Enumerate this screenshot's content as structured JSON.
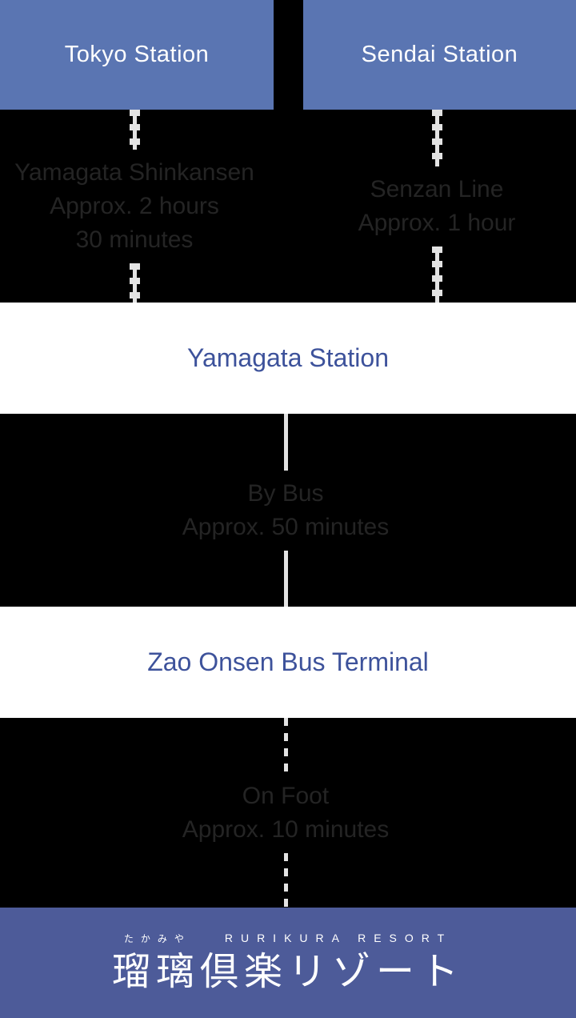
{
  "header": {
    "left_station": "Tokyo Station",
    "right_station": "Sendai Station"
  },
  "legs": {
    "shinkansen": {
      "line1": "Yamagata Shinkansen",
      "line2": "Approx. 2 hours",
      "line3": "30 minutes"
    },
    "senzan": {
      "line1": "Senzan Line",
      "line2": "Approx. 1 hour"
    },
    "bus": {
      "line1": "By Bus",
      "line2": "Approx. 50 minutes"
    },
    "walk": {
      "line1": "On Foot",
      "line2": "Approx. 10 minutes"
    }
  },
  "stops": {
    "yamagata": "Yamagata Station",
    "zao": "Zao Onsen Bus Terminal"
  },
  "footer": {
    "kana": "たかみや",
    "resort_en": "RURIKURA RESORT",
    "logo_jp": "瑠璃倶楽リゾート"
  },
  "colors": {
    "header_blue": "#5a75b2",
    "footer_blue": "#4d5b99",
    "stop_text_blue": "#3d529b",
    "leg_text_gray": "#242424",
    "line_color": "#e3e3e3",
    "bg_black": "#000000",
    "white": "#ffffff"
  }
}
